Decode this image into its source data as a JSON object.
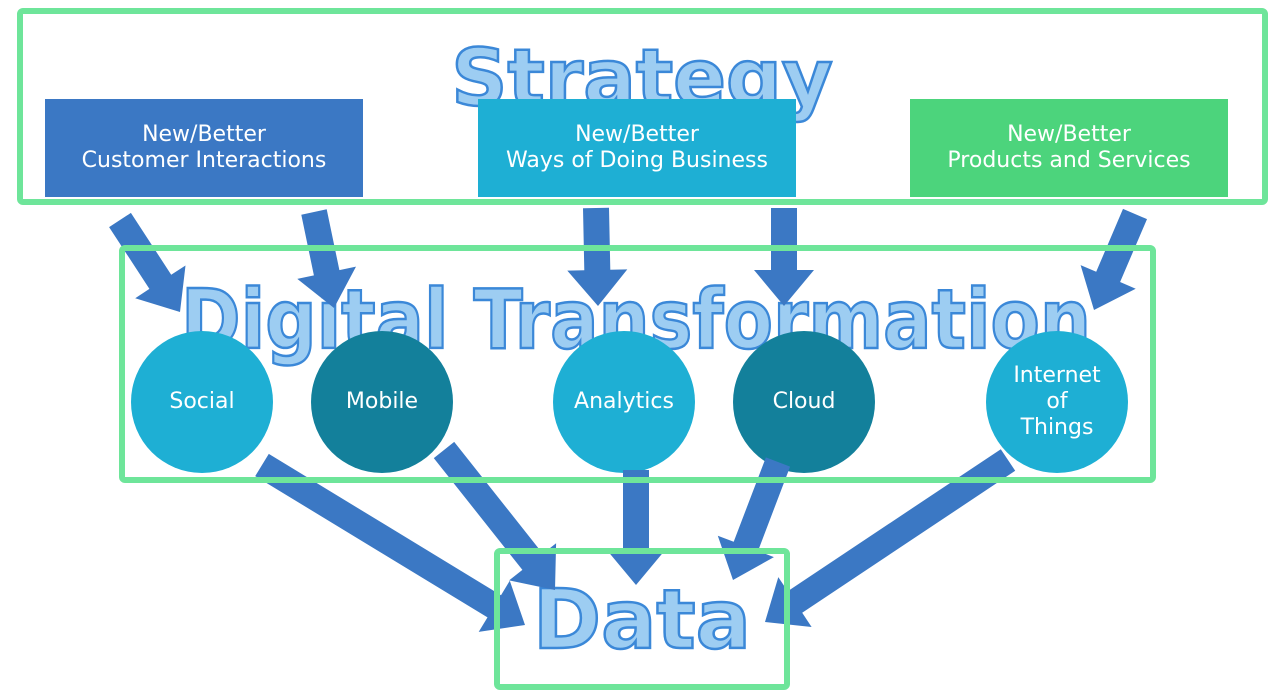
{
  "strategy": {
    "title": "Strategy",
    "boxes": [
      {
        "line1": "New/Better",
        "line2": "Customer Interactions",
        "color": "#3b78c4"
      },
      {
        "line1": "New/Better",
        "line2": "Ways of Doing Business",
        "color": "#1eafd4"
      },
      {
        "line1": "New/Better",
        "line2": "Products and Services",
        "color": "#4cd47c"
      }
    ]
  },
  "transformation": {
    "title": "Digital Transformation",
    "items": [
      {
        "label": "Social",
        "color": "#1eafd4"
      },
      {
        "label": "Mobile",
        "color": "#13809b"
      },
      {
        "label": "Analytics",
        "color": "#1eafd4"
      },
      {
        "label": "Cloud",
        "color": "#13809b"
      },
      {
        "lines": [
          "Internet",
          "of",
          "Things"
        ],
        "color": "#1eafd4"
      }
    ]
  },
  "data_layer": {
    "title": "Data"
  },
  "colors": {
    "frame_green": "#6ee59a",
    "arrow_blue": "#3b78c4",
    "title_fill": "#9dcdf2",
    "title_stroke": "#3b88d8"
  }
}
